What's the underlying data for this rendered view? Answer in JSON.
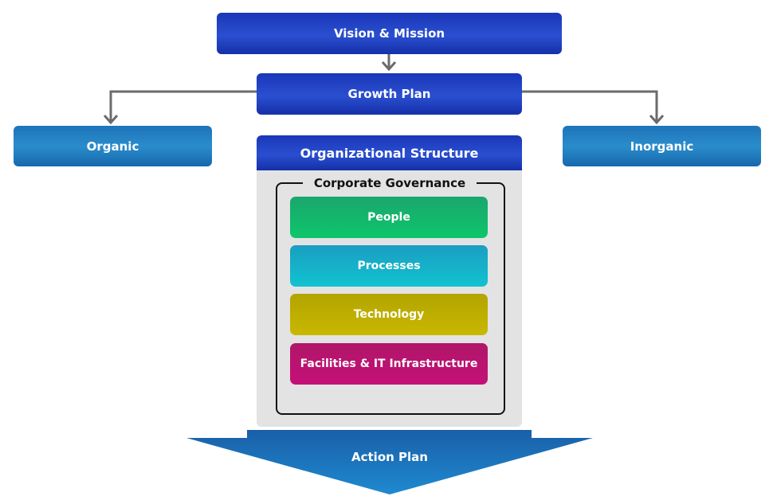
{
  "diagram": {
    "vision": "Vision & Mission",
    "growth": "Growth Plan",
    "organic": "Organic",
    "inorganic": "Inorganic",
    "org_structure": "Organizational Structure",
    "governance": "Corporate Governance",
    "pillars": {
      "people": "People",
      "processes": "Processes",
      "technology": "Technology",
      "facilities": "Facilities & IT Infrastructure"
    },
    "action": "Action Plan"
  },
  "colors": {
    "dark_blue": "#1a36b8",
    "light_blue": "#1e74b8",
    "connector": "#6b6b6b",
    "panel": "#e3e3e3",
    "people": "#0ec66a",
    "processes": "#12c2d0",
    "technology": "#c8b800",
    "facilities": "#c41078",
    "action_arrow": "#1a6fb8"
  }
}
